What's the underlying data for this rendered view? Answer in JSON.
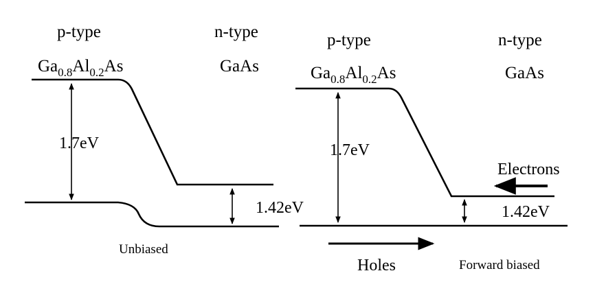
{
  "left_panel": {
    "p_label": "p-type",
    "p_material": {
      "base1": "Ga",
      "sub1": "0.8",
      "base2": "Al",
      "sub2": "0.2",
      "base3": "As"
    },
    "n_label": "n-type",
    "n_material": "GaAs",
    "gap_wide": "1.7eV",
    "gap_narrow": "1.42eV",
    "caption": "Unbiased"
  },
  "right_panel": {
    "p_label": "p-type",
    "p_material": {
      "base1": "Ga",
      "sub1": "0.8",
      "base2": "Al",
      "sub2": "0.2",
      "base3": "As"
    },
    "n_label": "n-type",
    "n_material": "GaAs",
    "gap_wide": "1.7eV",
    "gap_narrow": "1.42eV",
    "electrons_label": "Electrons",
    "holes_label": "Holes",
    "caption": "Forward biased"
  }
}
